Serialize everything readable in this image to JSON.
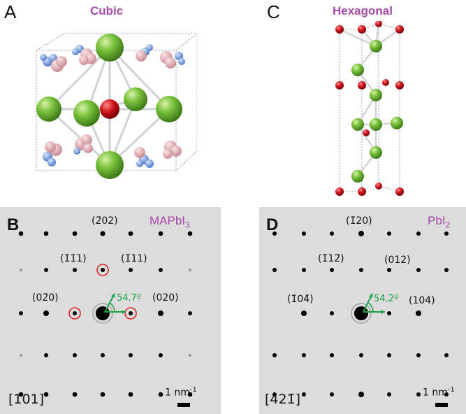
{
  "panel_a": {
    "letter": "A",
    "title": "Cubic"
  },
  "panel_c": {
    "letter": "C",
    "title": "Hexagonal"
  },
  "panel_b": {
    "letter": "B",
    "material": "MAPbI",
    "material_sub": "3",
    "zone_axis": "[101]",
    "scale_label": "1 nm",
    "scale_sup": "-1",
    "angle": "54.7º",
    "labels": [
      "(2̄02)",
      "(1̄1̄1)",
      "(1̄11)",
      "(02̄0)",
      "(020)"
    ]
  },
  "panel_d": {
    "letter": "D",
    "material": "PbI",
    "material_sub": "2",
    "zone_axis": "[421̄]",
    "scale_label": "1 nm",
    "scale_sup": "-1",
    "angle": "54.2º",
    "labels": [
      "(1̄20)",
      "(1̄12̄)",
      "(012)",
      "(1̄04̄)",
      "(104)"
    ]
  },
  "colors": {
    "title_magenta": "#a64aa8",
    "angle_green": "#1aa24a",
    "ring_red": "#e0242a",
    "pb_green": "#7fc241",
    "i_red": "#c8141c"
  }
}
